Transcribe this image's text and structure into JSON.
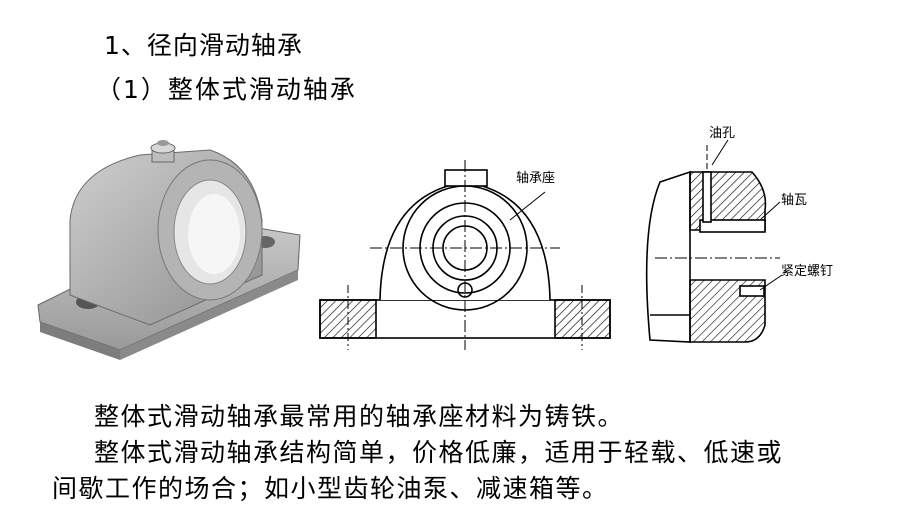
{
  "headings": {
    "section": "1、径向滑动轴承",
    "subsection": "（1）整体式滑动轴承"
  },
  "callouts": {
    "bearing_seat": "轴承座",
    "oil_hole": "油孔",
    "bushing": "轴瓦",
    "set_screw": "紧定螺钉"
  },
  "paragraphs": {
    "p1": "整体式滑动轴承最常用的轴承座材料为铸铁。",
    "p2_line1": "整体式滑动轴承结构简单，价格低廉，适用于轻载、低速或",
    "p2_line2": "间歇工作的场合；如小型齿轮油泵、减速箱等。"
  }
}
